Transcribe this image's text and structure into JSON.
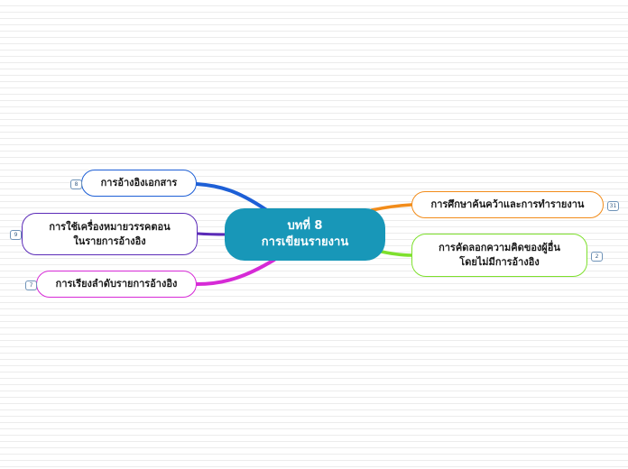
{
  "central": {
    "line1": "บทที่ 8",
    "line2": "การเขียนรายงาน",
    "color": "#1897b8"
  },
  "topics": [
    {
      "lines": [
        "การอ้างอิงเอกสาร"
      ],
      "count": "8",
      "color": "#1d5fd6"
    },
    {
      "lines": [
        "การใช้เครื่องหมายวรรคตอน",
        "ในรายการอ้างอิง"
      ],
      "count": "9",
      "color": "#5b2bb8"
    },
    {
      "lines": [
        "การเรียงลำดับรายการอ้างอิง"
      ],
      "count": "7",
      "color": "#d62ad6"
    },
    {
      "lines": [
        "การศึกษาค้นคว้าและการทำรายงาน"
      ],
      "count": "31",
      "color": "#f28c1a"
    },
    {
      "lines": [
        "การคัดลอกความคิดของผู้อื่น",
        "โดยไม่มีการอ้างอิง"
      ],
      "count": "2",
      "color": "#7ee02d"
    }
  ]
}
